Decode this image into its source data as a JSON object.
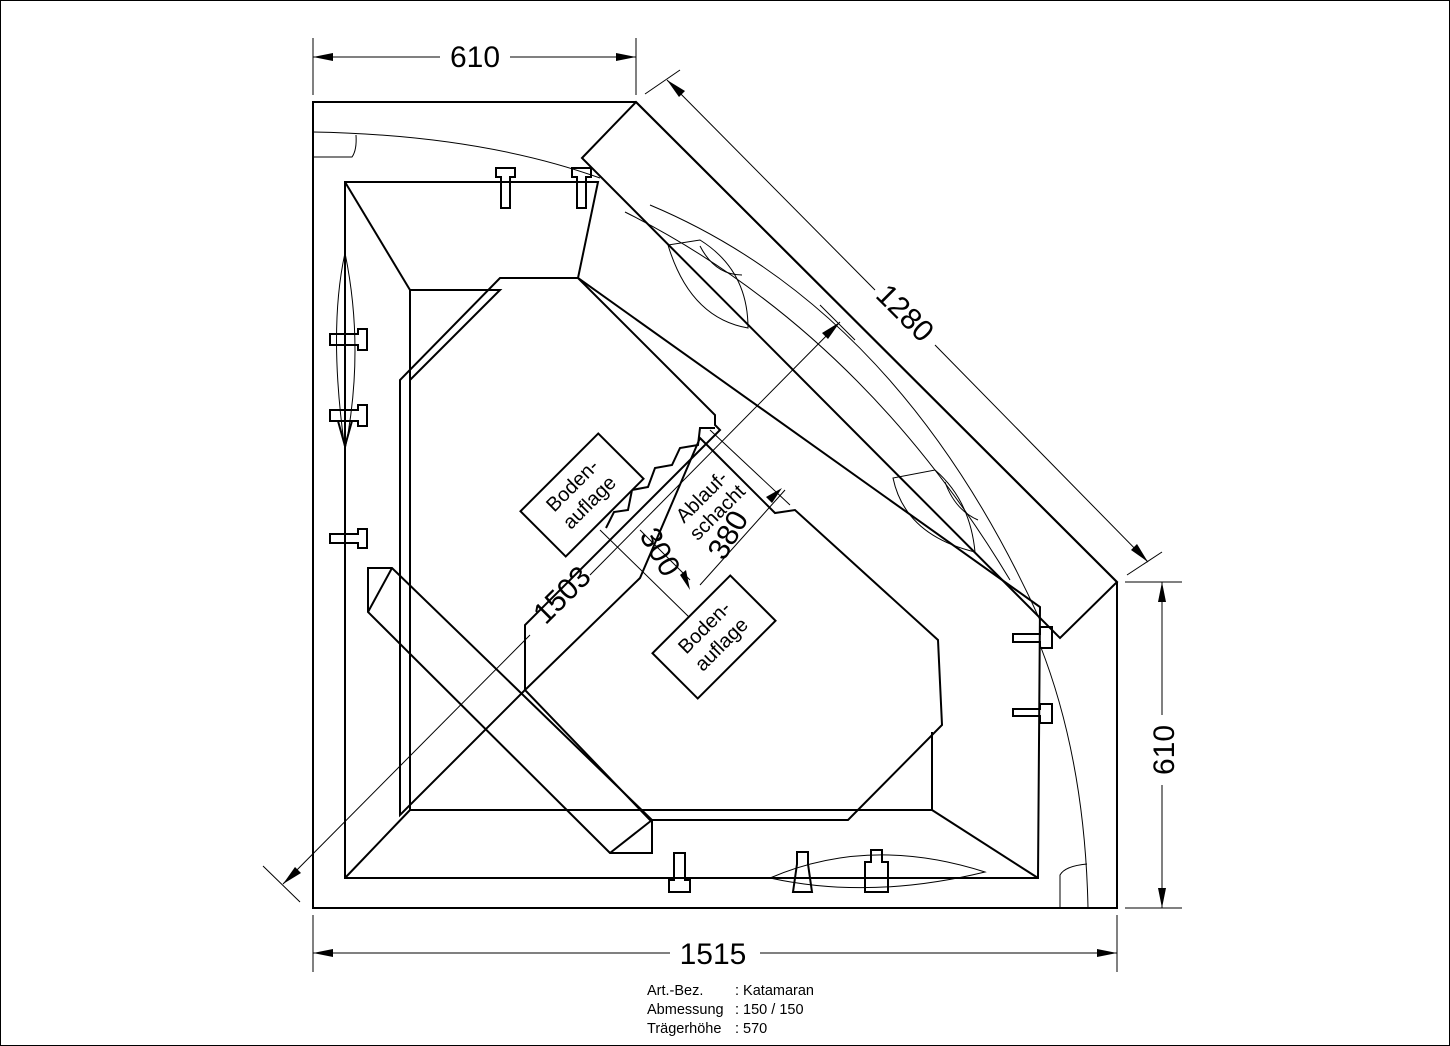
{
  "dimensions": {
    "top_width": "610",
    "diagonal_length": "1280",
    "right_height": "610",
    "bottom_width": "1515",
    "diagonal_inner": "1503",
    "shaft_width_a": "300",
    "shaft_width_b": "380"
  },
  "labels": {
    "floor_support_1_line1": "Boden-",
    "floor_support_1_line2": "auflage",
    "floor_support_2_line1": "Boden-",
    "floor_support_2_line2": "auflage",
    "drain_shaft_line1": "Ablauf-",
    "drain_shaft_line2": "schacht"
  },
  "info": {
    "article_key": "Art.-Bez.",
    "article_value": ": Katamaran",
    "size_key": "Abmessung",
    "size_value": ": 150 / 150",
    "height_key": "Trägerhöhe",
    "height_value": ": 570"
  }
}
